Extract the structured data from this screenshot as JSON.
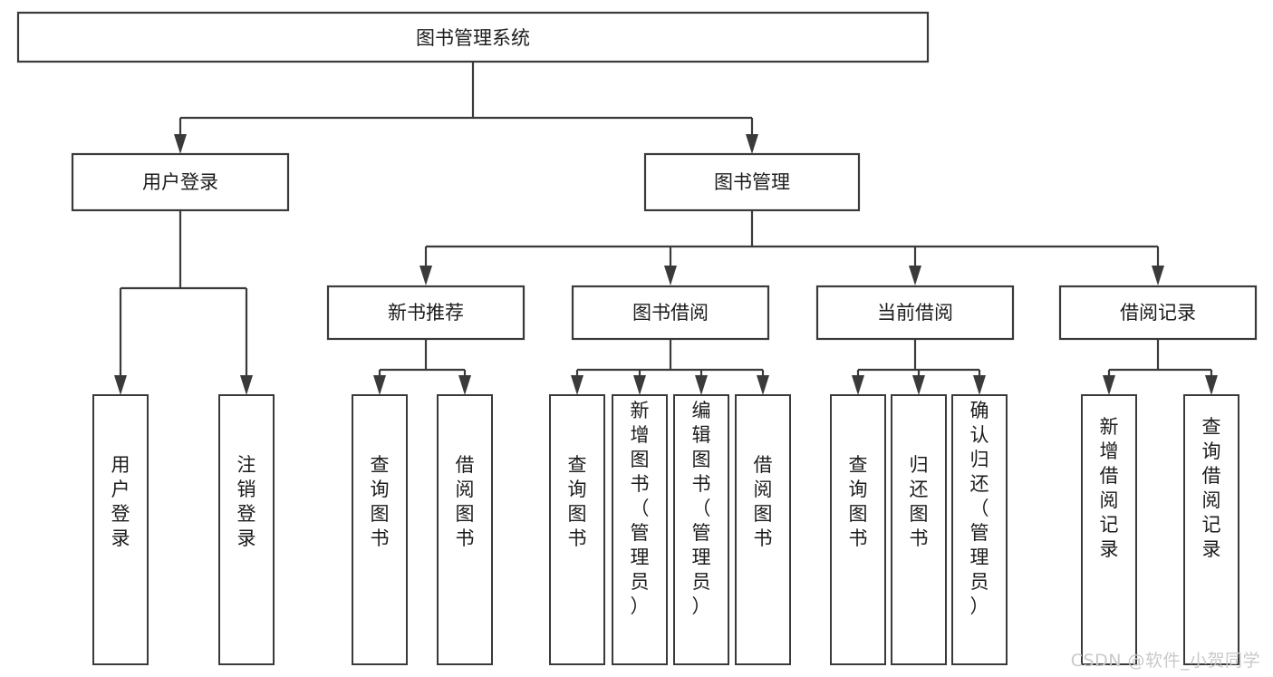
{
  "diagram": {
    "type": "tree-hierarchy-flowchart",
    "orientation": "top-down",
    "root": {
      "id": "root",
      "label": "图书管理系统"
    },
    "level2": [
      {
        "id": "user-login",
        "label": "用户登录"
      },
      {
        "id": "book-management",
        "label": "图书管理"
      }
    ],
    "level3": [
      {
        "id": "new-book-recommend",
        "label": "新书推荐",
        "parent": "book-management"
      },
      {
        "id": "book-borrow",
        "label": "图书借阅",
        "parent": "book-management"
      },
      {
        "id": "current-borrow",
        "label": "当前借阅",
        "parent": "book-management"
      },
      {
        "id": "borrow-record",
        "label": "借阅记录",
        "parent": "book-management"
      }
    ],
    "leaves": {
      "user-login": [
        {
          "id": "leaf-user-login",
          "label": "用户登录"
        },
        {
          "id": "leaf-logout-login",
          "label": "注销登录"
        }
      ],
      "new-book-recommend": [
        {
          "id": "leaf-query-book-1",
          "label": "查询图书"
        },
        {
          "id": "leaf-borrow-book-1",
          "label": "借阅图书"
        }
      ],
      "book-borrow": [
        {
          "id": "leaf-query-book-2",
          "label": "查询图书"
        },
        {
          "id": "leaf-add-book",
          "label": "新增图书（管理员）"
        },
        {
          "id": "leaf-edit-book",
          "label": "编辑图书（管理员）"
        },
        {
          "id": "leaf-borrow-book-2",
          "label": "借阅图书"
        }
      ],
      "current-borrow": [
        {
          "id": "leaf-query-book-3",
          "label": "查询图书"
        },
        {
          "id": "leaf-return-book",
          "label": "归还图书"
        },
        {
          "id": "leaf-confirm-return",
          "label": "确认归还（管理员）"
        }
      ],
      "borrow-record": [
        {
          "id": "leaf-add-record",
          "label": "新增借阅记录"
        },
        {
          "id": "leaf-query-record",
          "label": "查询借阅记录"
        }
      ]
    }
  },
  "watermark": {
    "text": "CSDN @软件_小贺同学"
  },
  "colors": {
    "stroke": "#3a3a3a",
    "fill": "#ffffff",
    "text": "#1c1c1c",
    "watermark": "#c9c9c9"
  }
}
